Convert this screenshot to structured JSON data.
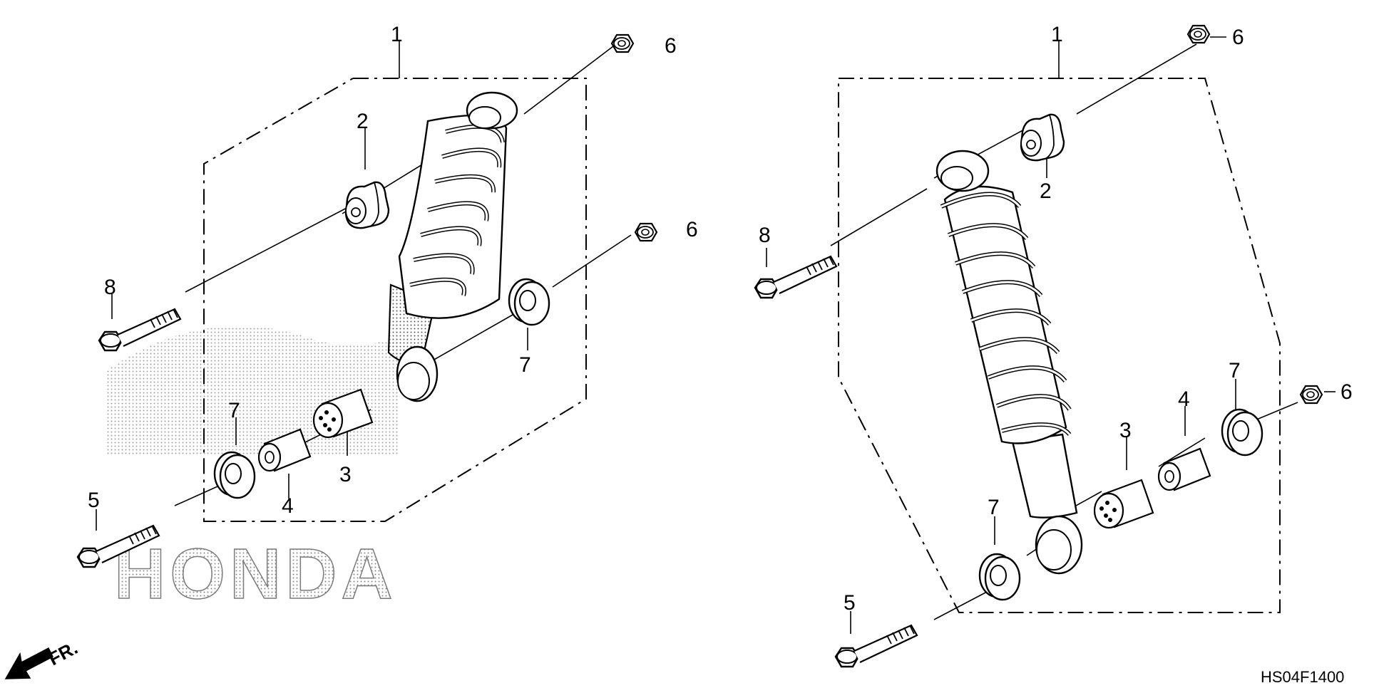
{
  "diagram": {
    "code": "HS04F1400",
    "direction_label": "FR.",
    "watermark": "HONDA",
    "left_assembly": {
      "callouts": [
        "1",
        "2",
        "3",
        "4",
        "5",
        "6",
        "6",
        "7",
        "7",
        "8"
      ]
    },
    "right_assembly": {
      "callouts": [
        "1",
        "2",
        "3",
        "4",
        "5",
        "6",
        "6",
        "7",
        "7",
        "8"
      ]
    }
  }
}
